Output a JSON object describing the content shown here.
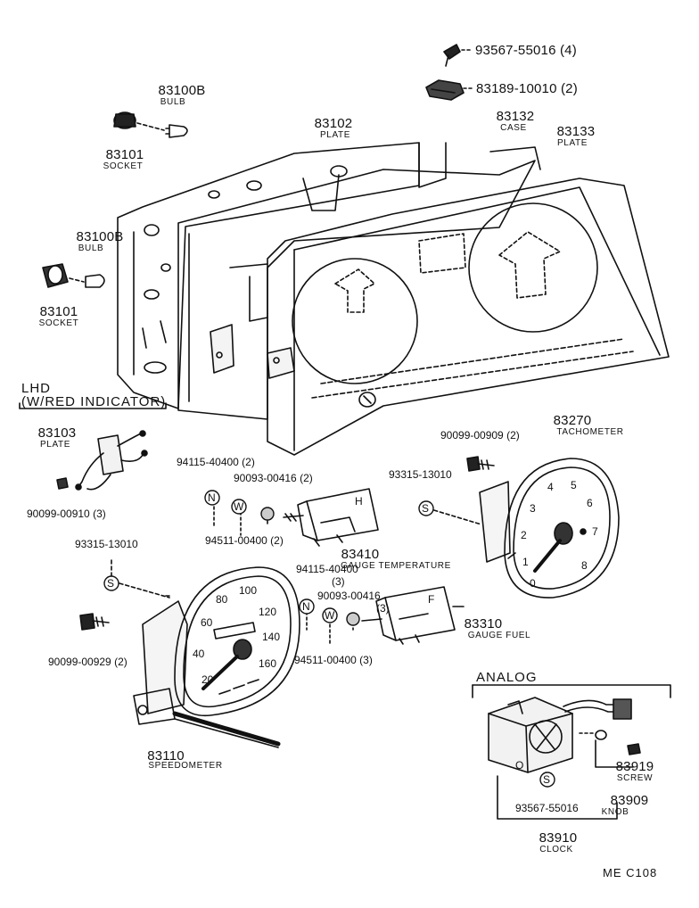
{
  "parts": {
    "screw_93567_55016_top": "93567-55016 (4)",
    "clip_83189": "83189-10010 (2)",
    "bulb_upper": {
      "number": "83100B",
      "name": "BULB"
    },
    "socket_upper": {
      "number": "83101",
      "name": "SOCKET"
    },
    "plate_83102": {
      "number": "83102",
      "name": "PLATE"
    },
    "case_83132": {
      "number": "83132",
      "name": "CASE"
    },
    "plate_83133": {
      "number": "83133",
      "name": "PLATE"
    },
    "bulb_lower": {
      "number": "83100B",
      "name": "BULB"
    },
    "socket_lower": {
      "number": "83101",
      "name": "SOCKET"
    },
    "plate_83103": {
      "number": "83103",
      "name": "PLATE"
    },
    "screw_90099_00910": "90099-00910 (3)",
    "nut_94115_left": "94115-40400 (2)",
    "washer_90093_left": "90093-00416 (2)",
    "washer_94511_left": "94511-00400 (2)",
    "gauge_temp": {
      "number": "83410",
      "name": "GAUGE TEMPERATURE"
    },
    "screw_93315_left": "93315-13010",
    "screw_90099_00929": "90099-00929 (2)",
    "speedometer": {
      "number": "83110",
      "name": "SPEEDOMETER"
    },
    "nut_94115_mid": "94115-40400",
    "nut_94115_mid_qty": "(3)",
    "washer_90093_mid": "90093-00416",
    "washer_90093_mid_qty": "(3)",
    "washer_94511_mid": "94511-00400 (3)",
    "gauge_fuel": {
      "number": "83310",
      "name": "GAUGE FUEL"
    },
    "screw_90099_00909": "90099-00909 (2)",
    "screw_93315_right": "93315-13010",
    "tachometer": {
      "number": "83270",
      "name": "TACHOMETER"
    },
    "screw_83919": {
      "number": "83919",
      "name": "SCREW"
    },
    "knob_83909": {
      "number": "83909",
      "name": "KNOB"
    },
    "screw_93567_55016_clock": "93567-55016",
    "clock_83910": {
      "number": "83910",
      "name": "CLOCK"
    }
  },
  "groups": {
    "lhd": "LHD",
    "lhd_sub": "(W/RED INDICATOR)",
    "analog": "ANALOG"
  },
  "symbols": {
    "nut": "N",
    "washer": "W",
    "screw": "S"
  },
  "speedometer_scale": [
    "20",
    "40",
    "60",
    "80",
    "100",
    "120",
    "140",
    "160"
  ],
  "tachometer_scale": [
    "0",
    "1",
    "2",
    "3",
    "4",
    "5",
    "6",
    "7",
    "8"
  ],
  "temp_gauge_letter": "H",
  "fuel_gauge_letter": "F",
  "clock_letter": "O",
  "page_code": "ME  C108"
}
